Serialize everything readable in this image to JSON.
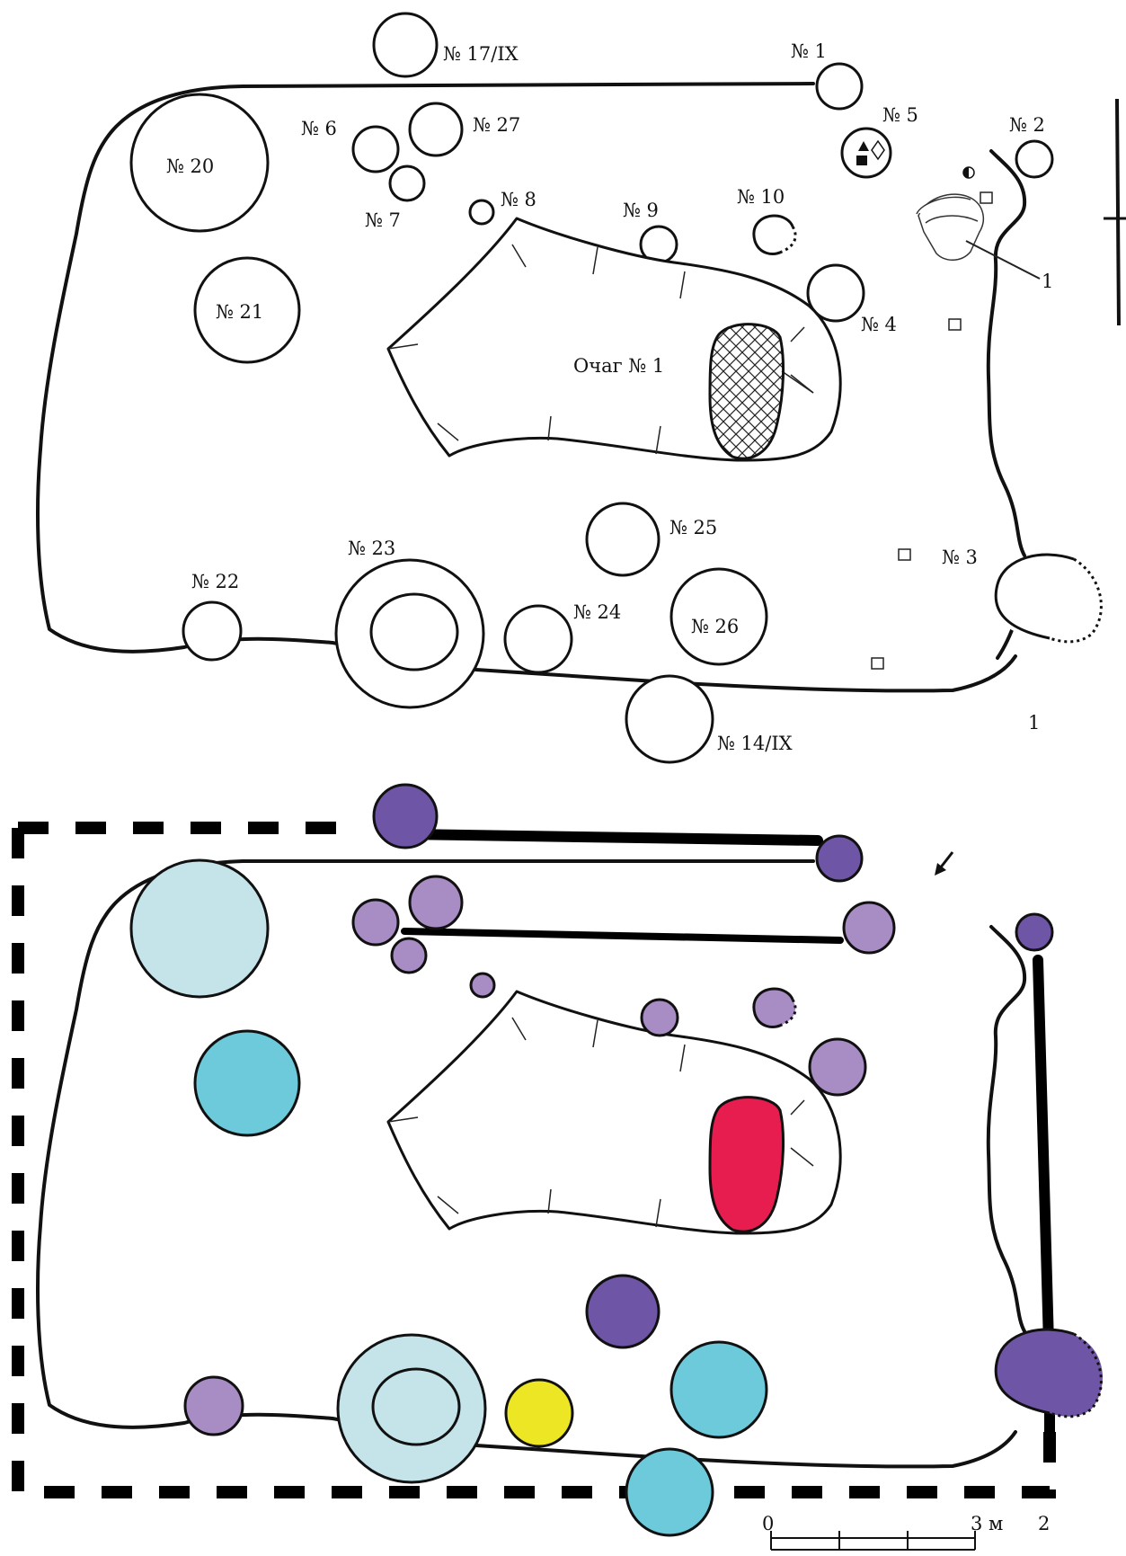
{
  "figure": {
    "panel_1_number": "1",
    "panel_2_number": "2",
    "object_1_callout": "1"
  },
  "labels": {
    "pit_17": "№ 17/IX",
    "pit_1": "№ 1",
    "pit_5": "№ 5",
    "pit_2": "№ 2",
    "pit_6": "№ 6",
    "pit_27": "№ 27",
    "pit_20": "№ 20",
    "pit_7": "№ 7",
    "pit_8": "№ 8",
    "pit_9": "№ 9",
    "pit_10": "№ 10",
    "pit_4": "№ 4",
    "pit_21": "№ 21",
    "hearth": "Очаг № 1",
    "pit_25": "№ 25",
    "pit_23": "№ 23",
    "pit_22": "№ 22",
    "pit_24": "№ 24",
    "pit_26": "№ 26",
    "pit_3": "№ 3",
    "pit_14": "№ 14/IX"
  },
  "scale_bar": {
    "start_label": "0",
    "end_label": "3 м"
  },
  "colors": {
    "dark_purple": "#6f55a6",
    "light_purple": "#a88cc4",
    "light_blue": "#c4e4ea",
    "cyan": "#6ccadb",
    "yellow": "#ece625",
    "red": "#e81d4f",
    "outline": "#111111"
  }
}
